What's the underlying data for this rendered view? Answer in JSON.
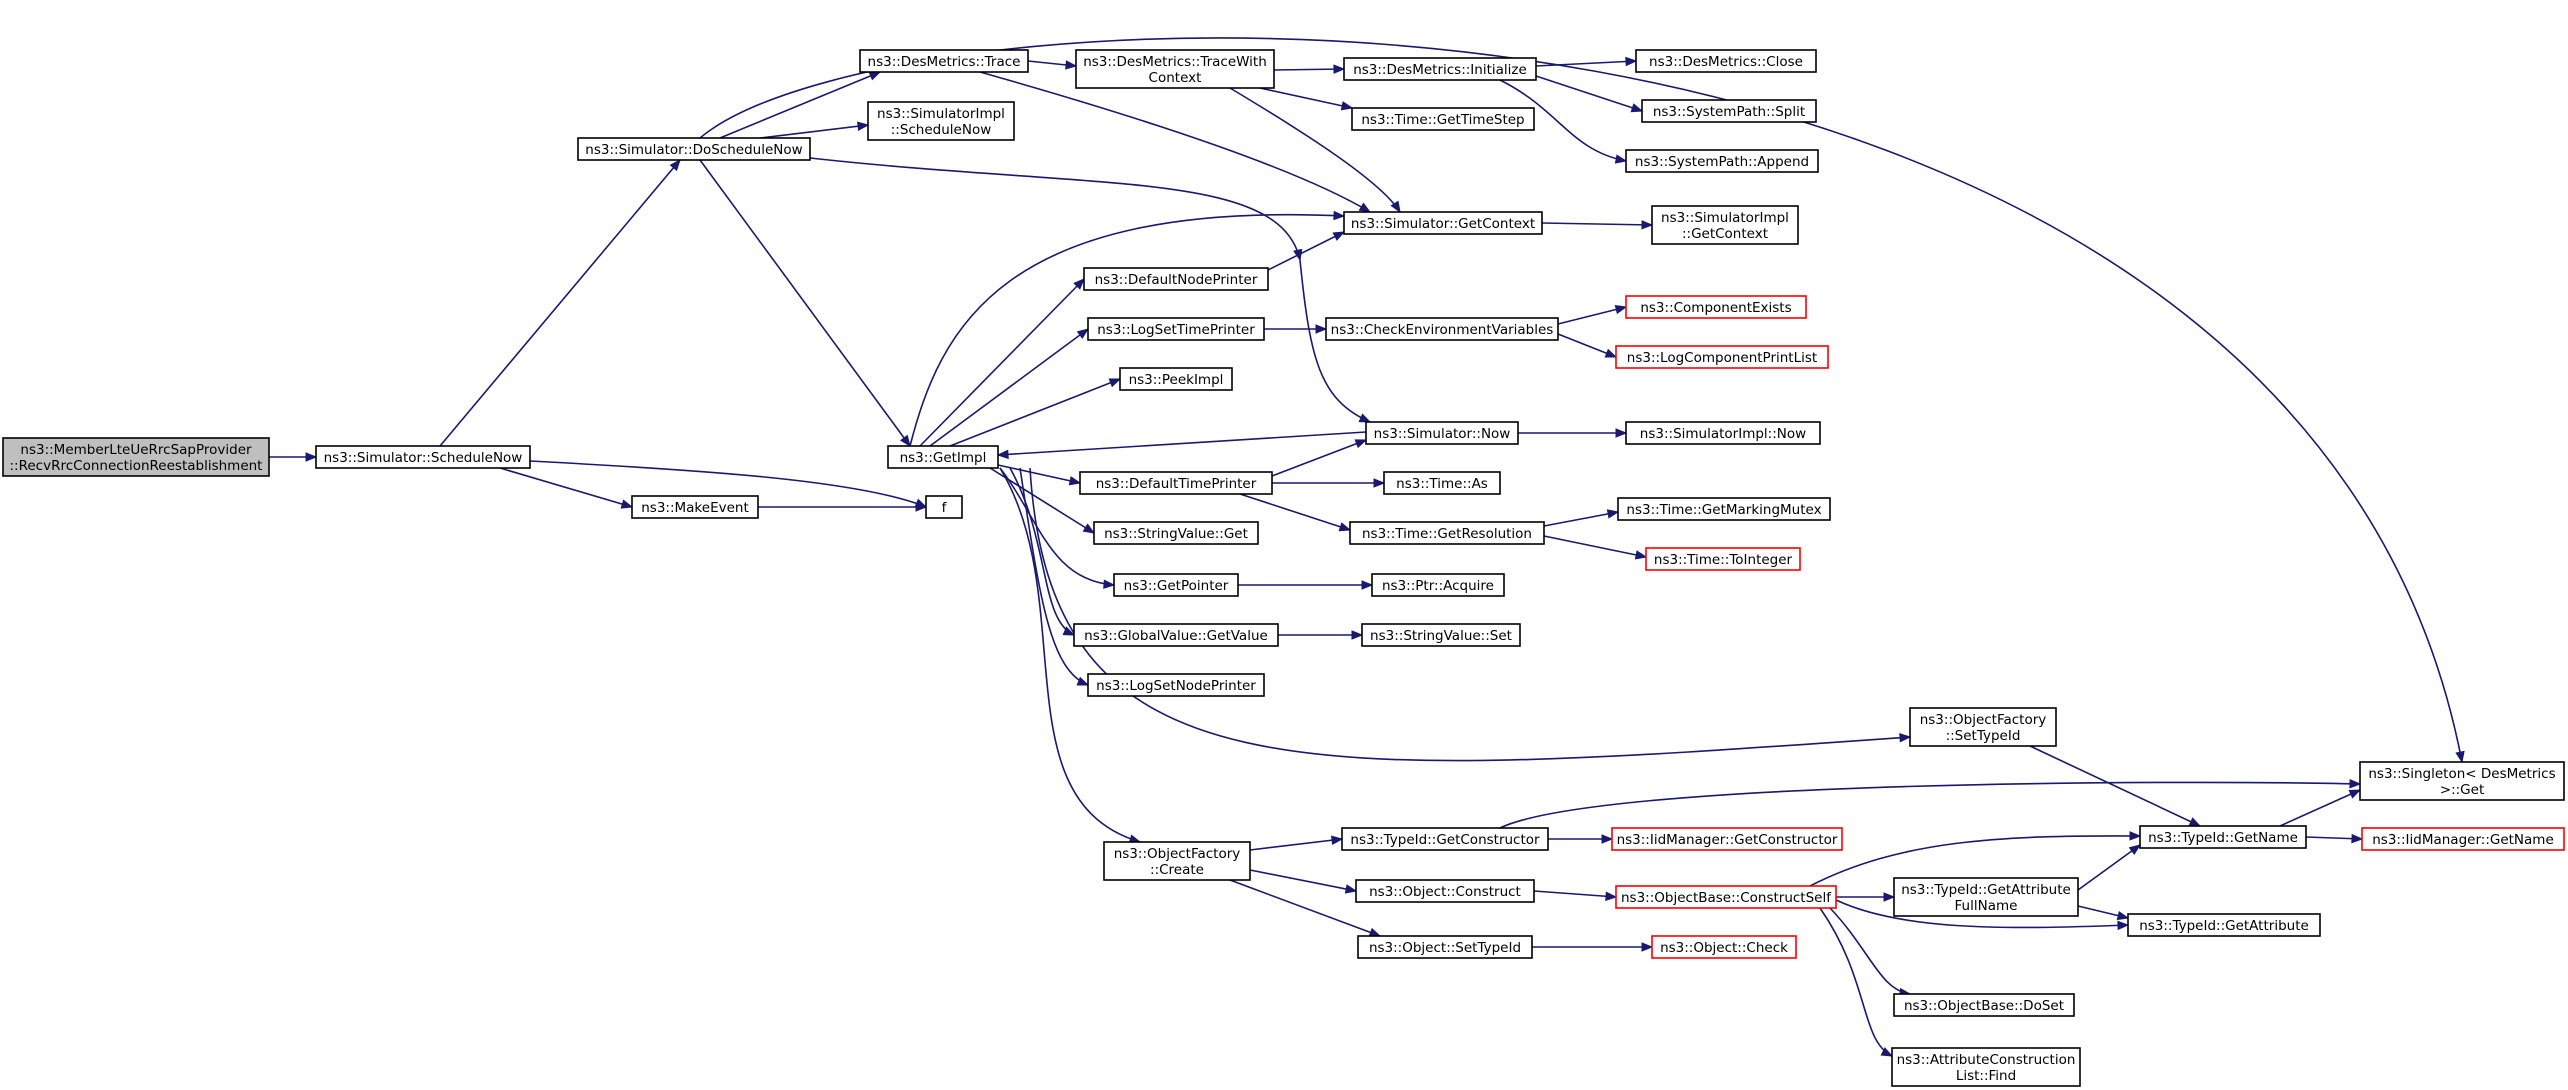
{
  "colors": {
    "edge": "#191970",
    "incomplete_border": "#ff0000",
    "root_fill": "#bfbfbf",
    "node_border": "#000000"
  },
  "nodes": {
    "root": {
      "lines": [
        "ns3::MemberLteUeRrcSapProvider",
        "::RecvRrcConnectionReestablishment"
      ]
    },
    "schedNow": {
      "lines": [
        "ns3::Simulator::ScheduleNow"
      ]
    },
    "doSched": {
      "lines": [
        "ns3::Simulator::DoScheduleNow"
      ]
    },
    "makeEvent": {
      "lines": [
        "ns3::MakeEvent"
      ]
    },
    "f": {
      "lines": [
        "f"
      ]
    },
    "getImpl": {
      "lines": [
        "ns3::GetImpl"
      ]
    },
    "desTrace": {
      "lines": [
        "ns3::DesMetrics::Trace"
      ]
    },
    "simImplSched": {
      "lines": [
        "ns3::SimulatorImpl",
        "::ScheduleNow"
      ]
    },
    "traceWith": {
      "lines": [
        "ns3::DesMetrics::TraceWith",
        "Context"
      ]
    },
    "desInit": {
      "lines": [
        "ns3::DesMetrics::Initialize"
      ]
    },
    "desClose": {
      "lines": [
        "ns3::DesMetrics::Close"
      ]
    },
    "spSplit": {
      "lines": [
        "ns3::SystemPath::Split"
      ]
    },
    "timeStep": {
      "lines": [
        "ns3::Time::GetTimeStep"
      ]
    },
    "spAppend": {
      "lines": [
        "ns3::SystemPath::Append"
      ]
    },
    "getCtx": {
      "lines": [
        "ns3::Simulator::GetContext"
      ]
    },
    "simImplCtx": {
      "lines": [
        "ns3::SimulatorImpl",
        "::GetContext"
      ]
    },
    "defNodePr": {
      "lines": [
        "ns3::DefaultNodePrinter"
      ]
    },
    "logSetTime": {
      "lines": [
        "ns3::LogSetTimePrinter"
      ]
    },
    "checkEnv": {
      "lines": [
        "ns3::CheckEnvironmentVariables"
      ]
    },
    "compExists": {
      "lines": [
        "ns3::ComponentExists"
      ]
    },
    "logCompList": {
      "lines": [
        "ns3::LogComponentPrintList"
      ]
    },
    "peekImpl": {
      "lines": [
        "ns3::PeekImpl"
      ]
    },
    "simNow": {
      "lines": [
        "ns3::Simulator::Now"
      ]
    },
    "simImplNow": {
      "lines": [
        "ns3::SimulatorImpl::Now"
      ]
    },
    "defTimePr": {
      "lines": [
        "ns3::DefaultTimePrinter"
      ]
    },
    "timeAs": {
      "lines": [
        "ns3::Time::As"
      ]
    },
    "strGet": {
      "lines": [
        "ns3::StringValue::Get"
      ]
    },
    "timeRes": {
      "lines": [
        "ns3::Time::GetResolution"
      ]
    },
    "markMutex": {
      "lines": [
        "ns3::Time::GetMarkingMutex"
      ]
    },
    "toInteger": {
      "lines": [
        "ns3::Time::ToInteger"
      ]
    },
    "getPointer": {
      "lines": [
        "ns3::GetPointer"
      ]
    },
    "ptrAcquire": {
      "lines": [
        "ns3::Ptr::Acquire"
      ]
    },
    "gvGetValue": {
      "lines": [
        "ns3::GlobalValue::GetValue"
      ]
    },
    "strSet": {
      "lines": [
        "ns3::StringValue::Set"
      ]
    },
    "logSetNode": {
      "lines": [
        "ns3::LogSetNodePrinter"
      ]
    },
    "ofSetTypeId": {
      "lines": [
        "ns3::ObjectFactory",
        "::SetTypeId"
      ]
    },
    "singleton": {
      "lines": [
        "ns3::Singleton< DesMetrics",
        " >::Get"
      ]
    },
    "ofCreate": {
      "lines": [
        "ns3::ObjectFactory",
        "::Create"
      ]
    },
    "tidGetCtor": {
      "lines": [
        "ns3::TypeId::GetConstructor"
      ]
    },
    "iidGetCtor": {
      "lines": [
        "ns3::IidManager::GetConstructor"
      ]
    },
    "tidGetName": {
      "lines": [
        "ns3::TypeId::GetName"
      ]
    },
    "iidGetName": {
      "lines": [
        "ns3::IidManager::GetName"
      ]
    },
    "objConstruct": {
      "lines": [
        "ns3::Object::Construct"
      ]
    },
    "obConstructSelf": {
      "lines": [
        "ns3::ObjectBase::ConstructSelf"
      ]
    },
    "tidAttrFull": {
      "lines": [
        "ns3::TypeId::GetAttribute",
        "FullName"
      ]
    },
    "tidGetAttr": {
      "lines": [
        "ns3::TypeId::GetAttribute"
      ]
    },
    "objSetTypeId": {
      "lines": [
        "ns3::Object::SetTypeId"
      ]
    },
    "objCheck": {
      "lines": [
        "ns3::Object::Check"
      ]
    },
    "obDoSet": {
      "lines": [
        "ns3::ObjectBase::DoSet"
      ]
    },
    "acListFind": {
      "lines": [
        "ns3::AttributeConstruction",
        "List::Find"
      ]
    }
  }
}
